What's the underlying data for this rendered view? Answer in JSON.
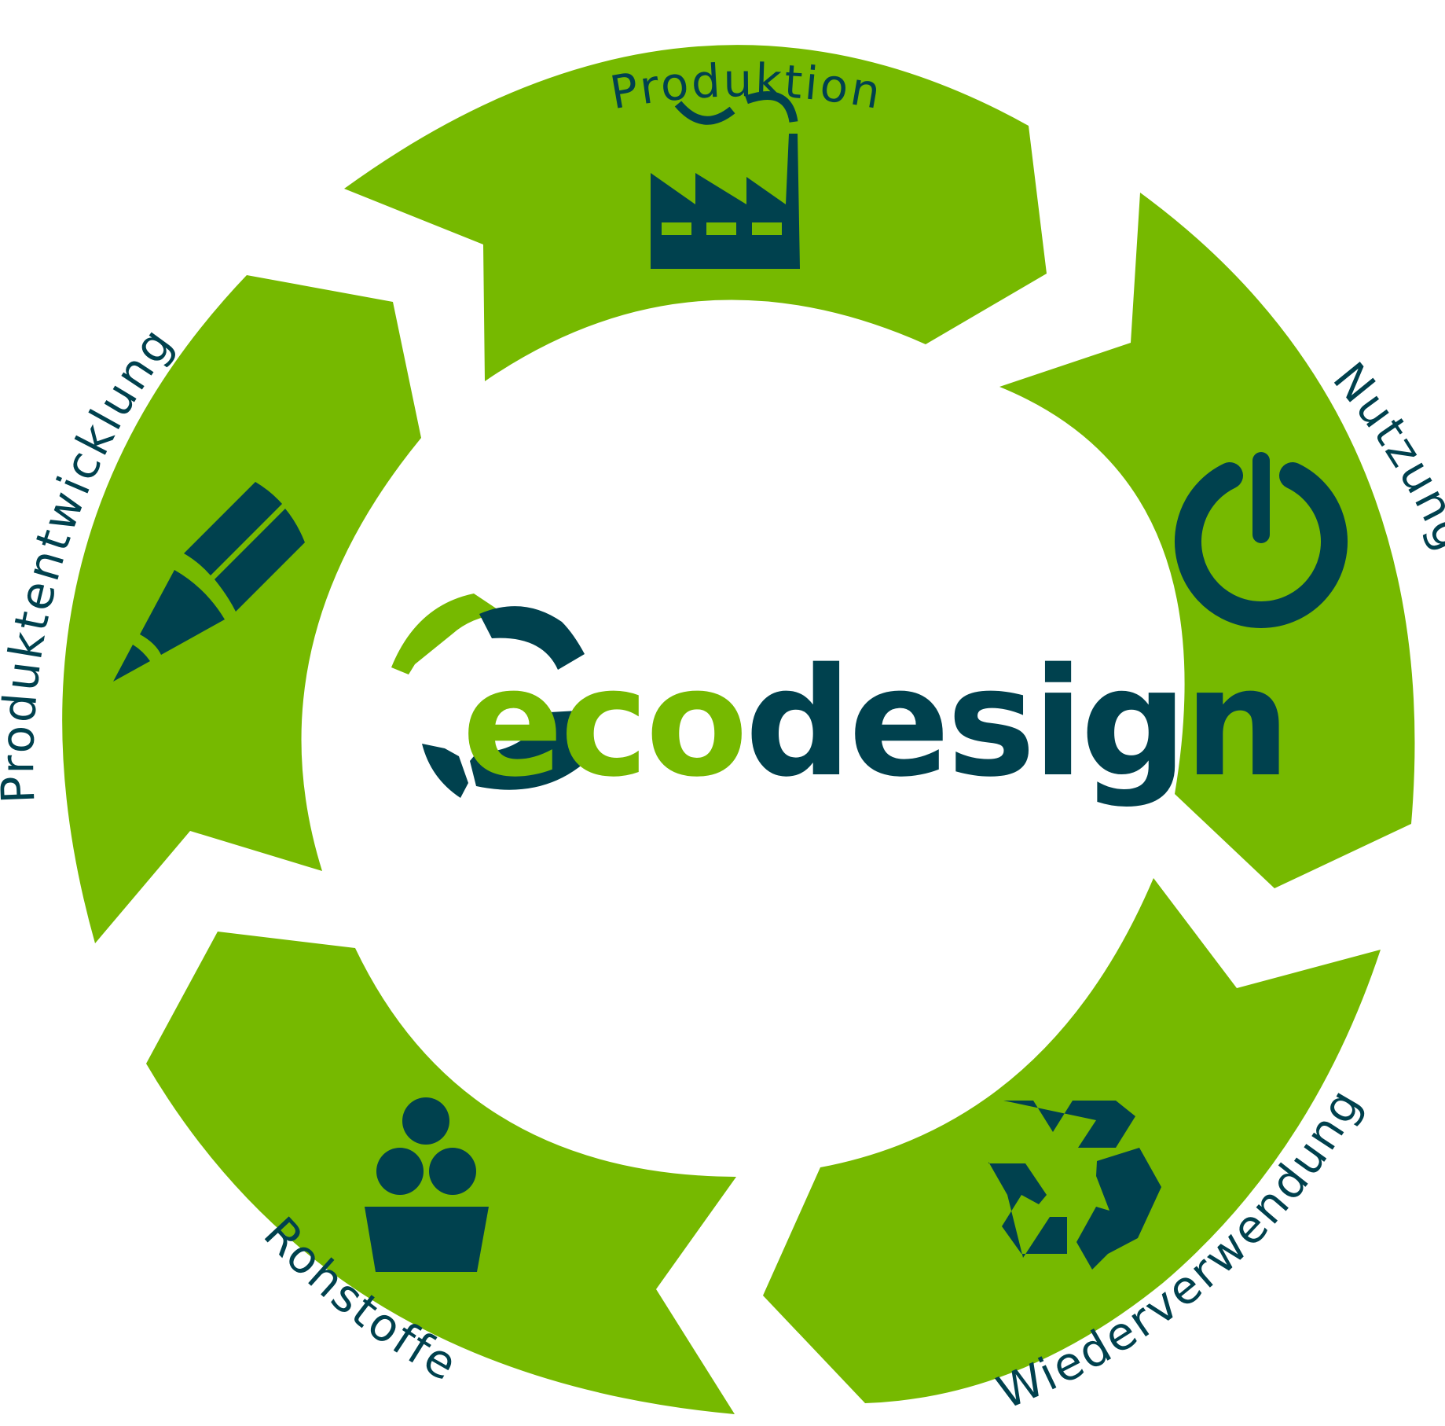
{
  "logo": {
    "part1": "eco",
    "part2": "design"
  },
  "stages": [
    {
      "label": "Produktion",
      "icon": "factory-icon"
    },
    {
      "label": "Nutzung",
      "icon": "power-icon"
    },
    {
      "label": "Wiederverwendung",
      "icon": "recycle-icon"
    },
    {
      "label": "Rohstoffe",
      "icon": "raw-materials-icon"
    },
    {
      "label": "Produktentwicklung",
      "icon": "pencil-icon"
    }
  ],
  "colors": {
    "green": "#76b900",
    "dark": "#00414e",
    "background": "#ffffff"
  }
}
